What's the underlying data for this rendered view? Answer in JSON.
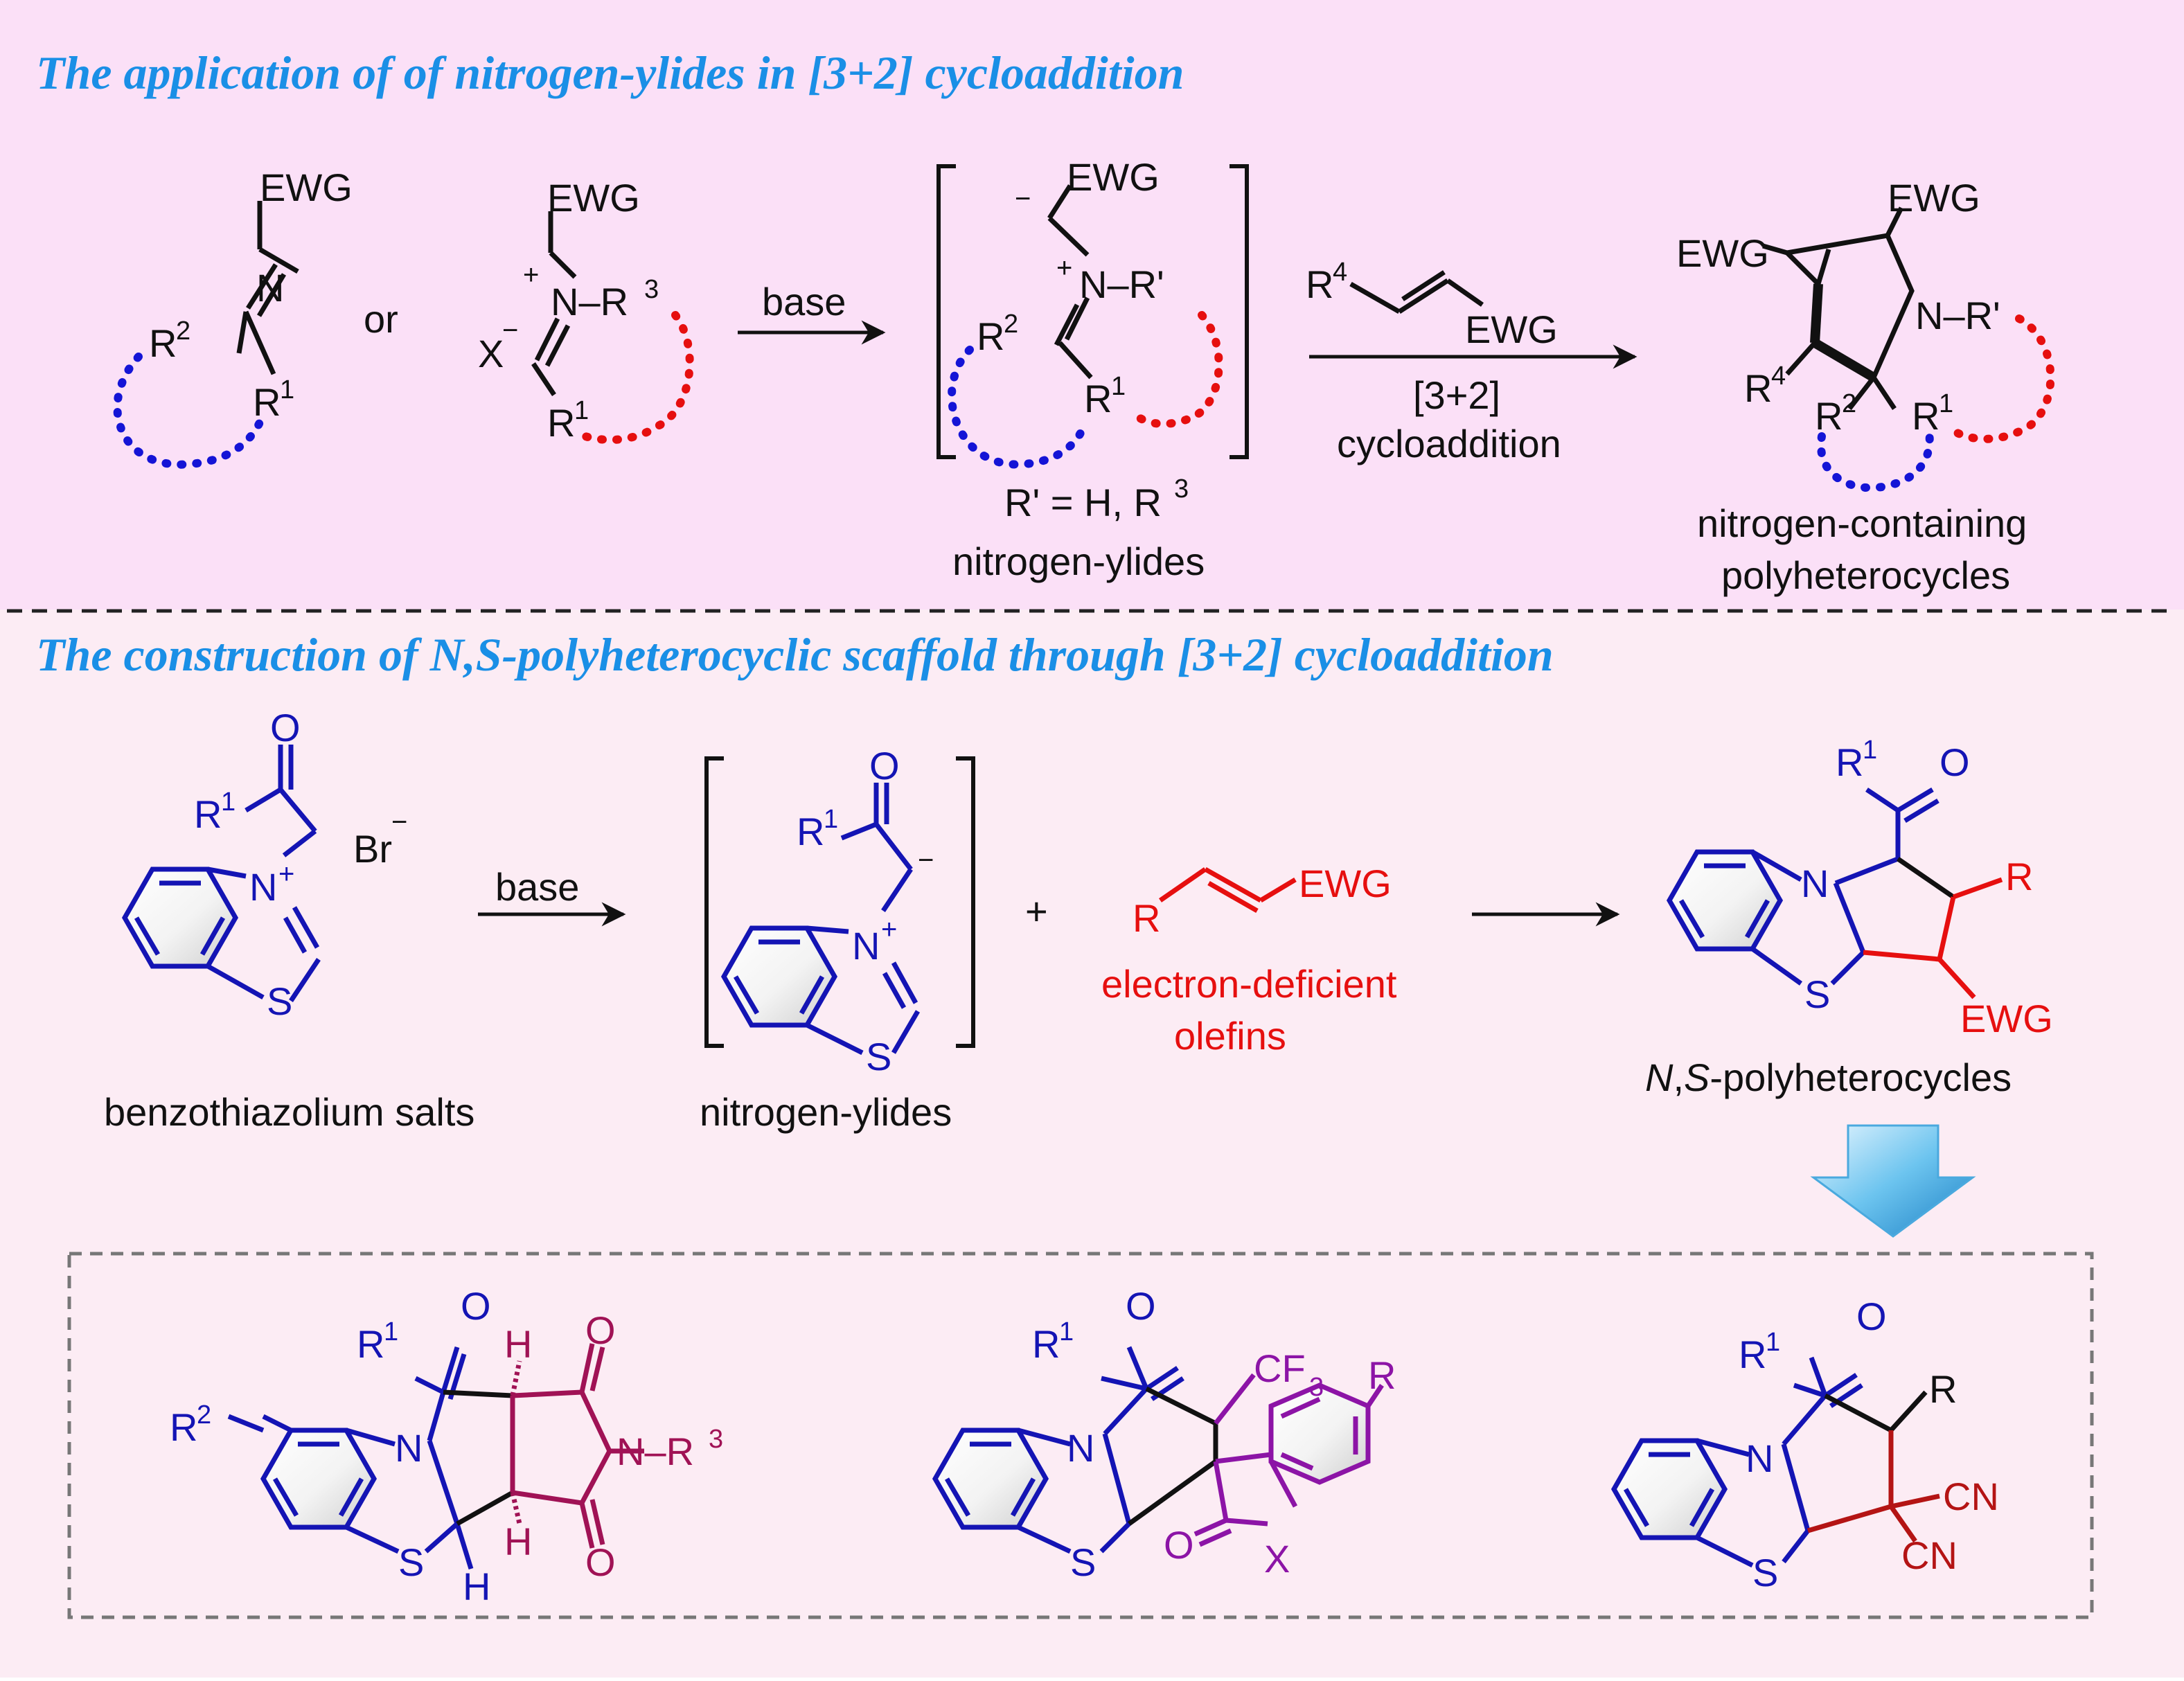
{
  "top_section": {
    "title": "The application of of nitrogen-ylides in [3+2] cycloaddition",
    "imine": {
      "ewg": "EWG",
      "n": "N",
      "r2": "R",
      "r2_sup": "2",
      "r1": "R",
      "r1_sup": "1"
    },
    "or_label": "or",
    "iminium": {
      "ewg": "EWG",
      "plus": "+",
      "n": "N",
      "r3": "R",
      "r3_sup": "3",
      "x": "X",
      "x_charge": "−",
      "r1": "R",
      "r1_sup": "1"
    },
    "base_label": "base",
    "ylide": {
      "minus": "−",
      "ewg": "EWG",
      "plus": "+",
      "n": "N",
      "rprime": "R'",
      "r2": "R",
      "r2_sup": "2",
      "r1": "R",
      "r1_sup": "1",
      "note": "R' = H, R",
      "note_sup": "3",
      "caption": "nitrogen-ylides"
    },
    "olefin": {
      "r4": "R",
      "r4_sup": "4",
      "ewg": "EWG"
    },
    "cond_1": "[3+2]",
    "cond_2": "cycloaddition",
    "product": {
      "ewg_left": "EWG",
      "ewg_top": "EWG",
      "n": "N",
      "rprime": "R'",
      "r4": "R",
      "r4_sup": "4",
      "r2": "R",
      "r2_sup": "2",
      "r1": "R",
      "r1_sup": "1",
      "caption_1": "nitrogen-containing",
      "caption_2": "polyheterocycles"
    }
  },
  "bottom_section": {
    "title": "The construction of N,S-polyheterocyclic scaffold through [3+2] cycloaddition",
    "salt": {
      "o": "O",
      "r1": "R",
      "r1_sup": "1",
      "br": "Br",
      "br_charge": "−",
      "n": "N",
      "plus": "+",
      "s": "S",
      "caption": "benzothiazolium salts"
    },
    "base_label": "base",
    "ylide": {
      "o": "O",
      "r1": "R",
      "r1_sup": "1",
      "minus": "−",
      "n": "N",
      "plus": "+",
      "s": "S",
      "caption": "nitrogen-ylides"
    },
    "plus_sign": "+",
    "olefin": {
      "r": "R",
      "ewg": "EWG",
      "caption_1": "electron-deficient",
      "caption_2": "olefins"
    },
    "product": {
      "r1": "R",
      "r1_sup": "1",
      "o": "O",
      "r": "R",
      "n": "N",
      "s": "S",
      "ewg": "EWG",
      "caption_n": "N",
      "caption_comma": ",",
      "caption_s": "S",
      "caption_rest": "-polyheterocycles"
    }
  },
  "examples": [
    {
      "r1": "R",
      "r1_sup": "1",
      "o": "O",
      "r2": "R",
      "r2_sup": "2",
      "n": "N",
      "s": "S",
      "h_top": "H",
      "h_bottom": "H",
      "h_s": "H",
      "o_top": "O",
      "o_bottom": "O",
      "n2": "N",
      "r3": "R",
      "r3_sup": "3"
    },
    {
      "r1": "R",
      "r1_sup": "1",
      "o": "O",
      "n": "N",
      "s": "S",
      "cf3": "CF",
      "cf3_sub": "3",
      "r": "R",
      "o2": "O",
      "x": "X"
    },
    {
      "r1": "R",
      "r1_sup": "1",
      "o": "O",
      "r": "R",
      "n": "N",
      "s": "S",
      "cn1": "CN",
      "cn2": "CN"
    }
  ],
  "colors": {
    "top_bg": "#fbe0f7",
    "bottom_bg": "#fcecf4",
    "title": "#1a8fe6",
    "blue": "#1414b4",
    "red": "#e60f0f",
    "maroon": "#a01255",
    "purple": "#8c14a6",
    "darkred": "#b41414",
    "arrow_icon": "arrow-down-icon"
  }
}
